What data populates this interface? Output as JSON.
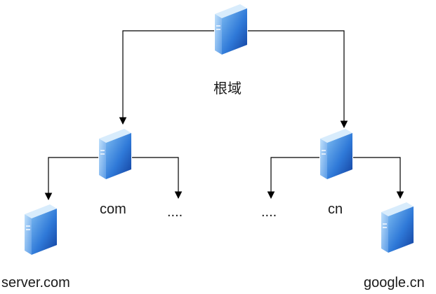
{
  "nodes": {
    "root": {
      "label": "根域",
      "icon": "server-icon"
    },
    "com": {
      "label": "com",
      "icon": "server-icon"
    },
    "cn": {
      "label": "cn",
      "icon": "server-icon"
    },
    "server_com": {
      "label": "server.com",
      "icon": "server-icon"
    },
    "google_cn": {
      "label": "google.cn",
      "icon": "server-icon"
    },
    "com_more": {
      "label": "...."
    },
    "cn_more": {
      "label": "...."
    }
  },
  "colors": {
    "server_light": "#7fbdf2",
    "server_mid": "#2f79d8",
    "server_dark": "#123f9c",
    "line": "#000000"
  }
}
